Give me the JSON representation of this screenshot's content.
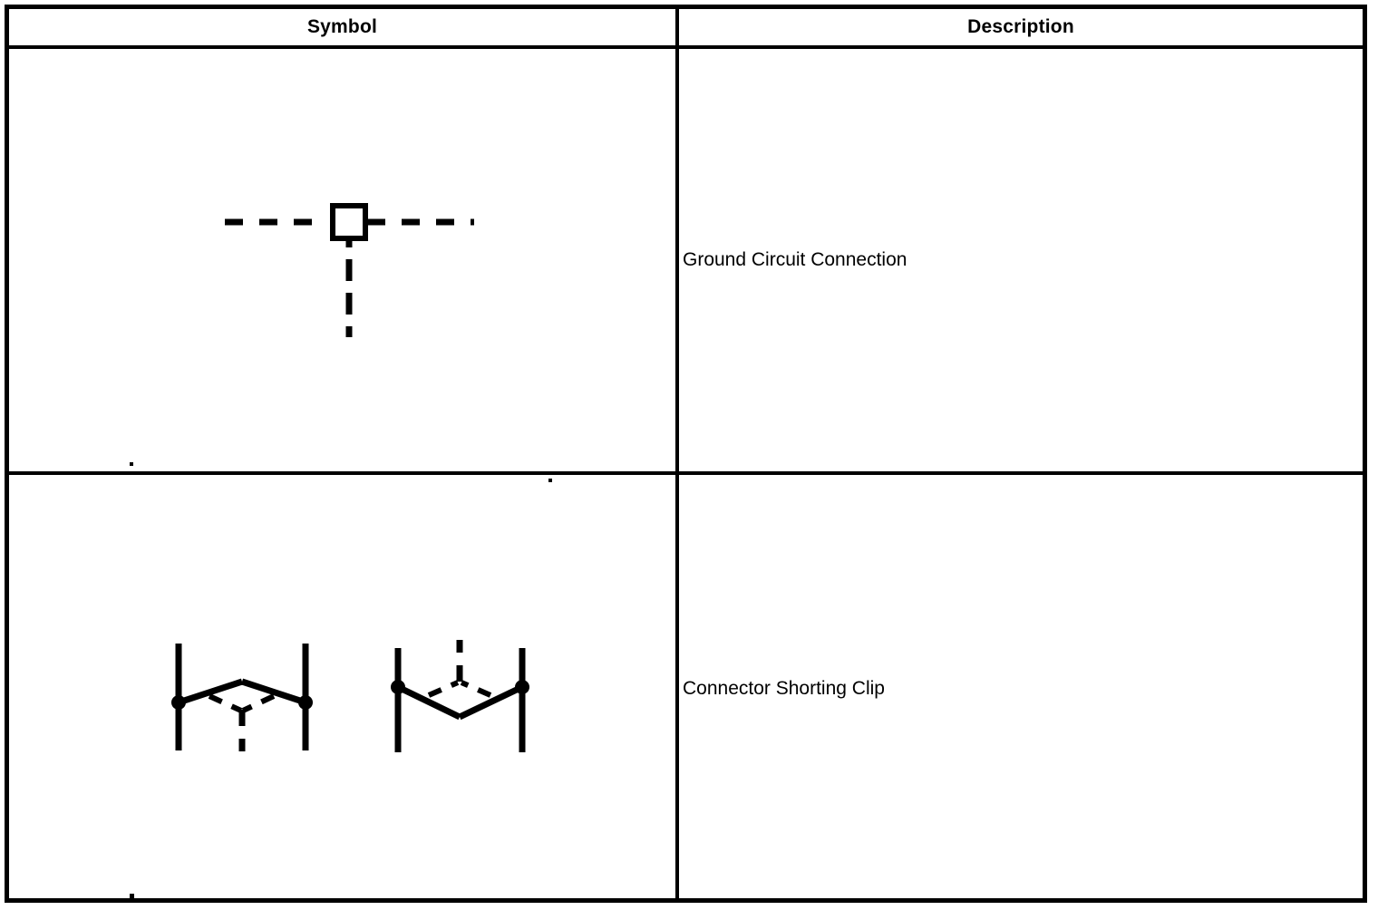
{
  "table": {
    "headers": {
      "symbol": "Symbol",
      "description": "Description"
    },
    "rows": [
      {
        "symbol_name": "ground-circuit-connection-symbol",
        "description": "Ground Circuit Connection"
      },
      {
        "symbol_name": "connector-shorting-clip-symbol",
        "description": "Connector Shorting Clip"
      }
    ]
  },
  "colors": {
    "ink": "#000000",
    "paper": "#ffffff"
  }
}
